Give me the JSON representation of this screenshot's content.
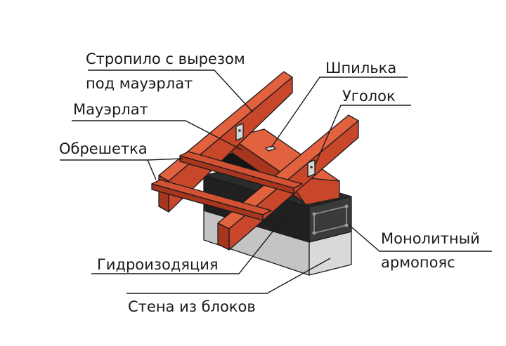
{
  "labels": {
    "rafter_line1": "Стропило с вырезом",
    "rafter_line2": "под мауэрлат",
    "stud": "Шпилька",
    "angle": "Уголок",
    "mauerlat": "Мауэрлат",
    "batten": "Обрешетка",
    "belt_line1": "Монолитный",
    "belt_line2": "армопояс",
    "waterproofing": "Гидроизодяция",
    "wall": "Стена из блоков"
  },
  "colors": {
    "wood_front": "#c8462a",
    "wood_top": "#e2613f",
    "wood_side": "#a8361f",
    "belt_front": "#3a3a3a",
    "belt_top": "#2b2b2b",
    "belt_side": "#202020",
    "wall_front": "#d9d9d9",
    "wall_side": "#c4c4c4",
    "wall_top": "#e8e8e8",
    "metal": "#d8d8d8",
    "outline": "#1a1a1a"
  }
}
